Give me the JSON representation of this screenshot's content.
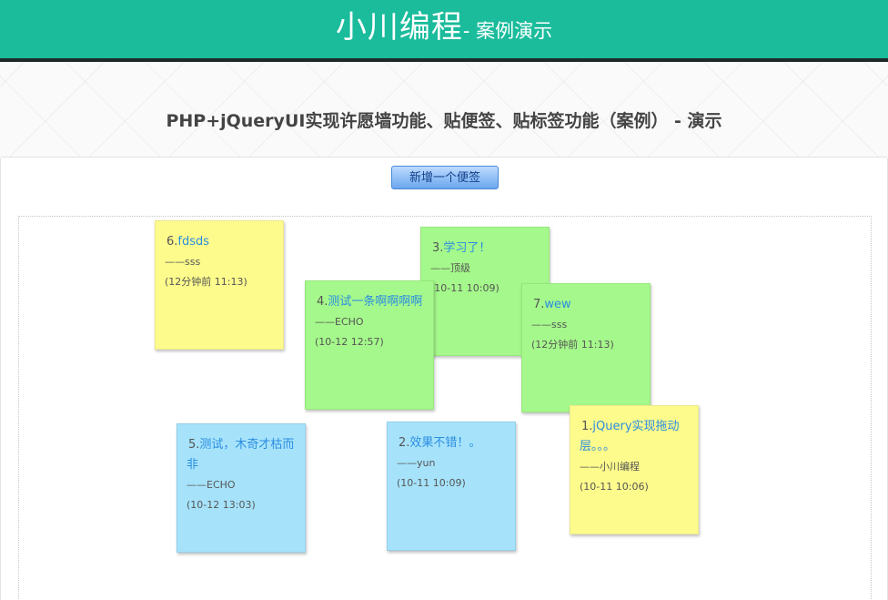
{
  "header": {
    "brand": "小川编程",
    "subtitle": "- 案例演示"
  },
  "hero": {
    "title": "PHP+jQueryUI实现许愿墙功能、贴便签、贴标签功能（案例） - 演示"
  },
  "toolbar": {
    "add_label": "新增一个便签"
  },
  "colors": {
    "header_bg": "#1abc9c",
    "note_yellow": "#fdfb8c",
    "note_green": "#a5f88b",
    "note_blue": "#a6e3fb",
    "link_blue": "#2b8de0"
  },
  "notes": [
    {
      "num": "6.",
      "text": "fdsds",
      "author": "——sss",
      "time": "(12分钟前 11:13)",
      "color": "yellow"
    },
    {
      "num": "3.",
      "text": "学习了！",
      "author": "——顶级",
      "time": "(10-11 10:09)",
      "color": "green"
    },
    {
      "num": "4.",
      "text": "测试一条啊啊啊啊",
      "author": "——ECHO",
      "time": "(10-12 12:57)",
      "color": "green"
    },
    {
      "num": "7.",
      "text": "wew",
      "author": "——sss",
      "time": "(12分钟前 11:13)",
      "color": "green"
    },
    {
      "num": "5.",
      "text": "测试，木奇才枯而非",
      "author": "——ECHO",
      "time": "(10-12 13:03)",
      "color": "blue"
    },
    {
      "num": "2.",
      "text": "效果不错！。",
      "author": "——yun",
      "time": "(10-11 10:09)",
      "color": "blue"
    },
    {
      "num": "1.",
      "text": "jQuery实现拖动层。。。",
      "author": "——小川编程",
      "time": "(10-11 10:06)",
      "color": "yellow"
    }
  ]
}
